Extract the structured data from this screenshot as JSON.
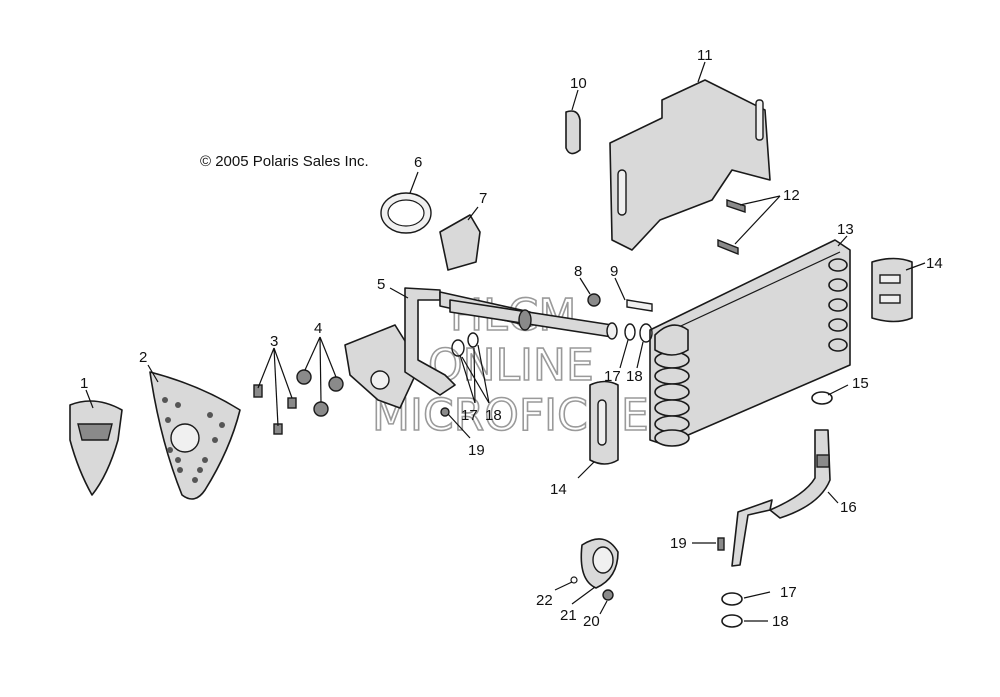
{
  "copyright": "© 2005 Polaris Sales Inc.",
  "watermark": [
    "HLCM",
    "ONLINE",
    "MICROFICHE"
  ],
  "callouts": {
    "c1": "1",
    "c2": "2",
    "c3": "3",
    "c4": "4",
    "c5": "5",
    "c6": "6",
    "c7": "7",
    "c8": "8",
    "c9": "9",
    "c10": "10",
    "c11": "11",
    "c12": "12",
    "c13": "13",
    "c14a": "14",
    "c14b": "14",
    "c15": "15",
    "c16": "16",
    "c17a": "17",
    "c17b": "17",
    "c18a": "18",
    "c18b": "18",
    "c18c": "18",
    "c19a": "19",
    "c19b": "19",
    "c20": "20",
    "c21": "21",
    "c22": "22"
  },
  "colors": {
    "line": "#1a1a1a",
    "fill": "#d9d9d9",
    "watermark": "#9a9a9a"
  }
}
